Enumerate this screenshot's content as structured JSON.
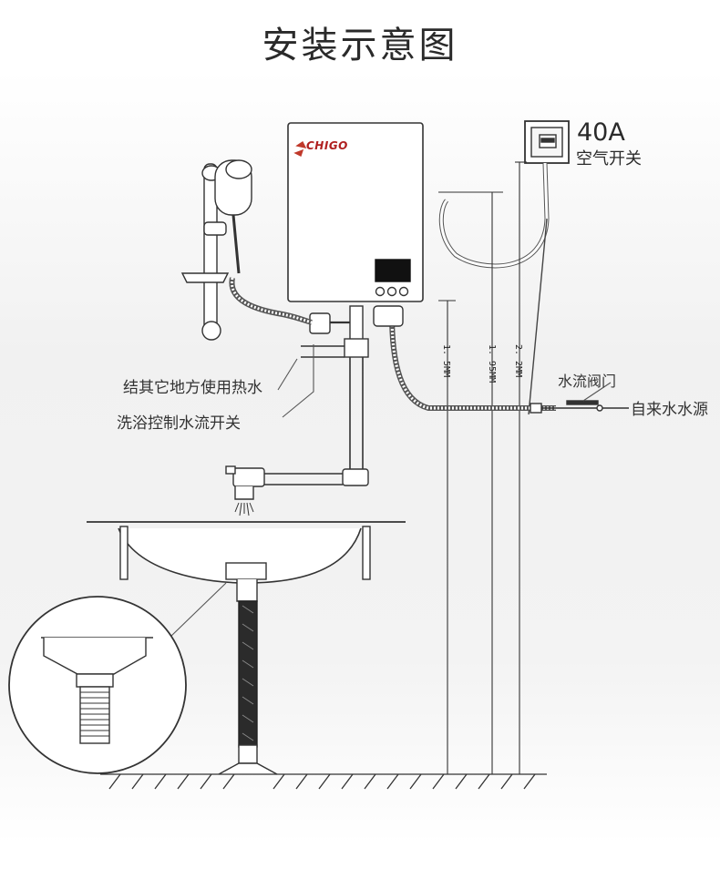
{
  "title": "安装示意图",
  "brand": "CHIGO",
  "breaker": {
    "rating": "40A",
    "name": "空气开关"
  },
  "labels": {
    "other_hot_water": "结其它地方使用热水",
    "shower_control": "洗浴控制水流开关",
    "water_valve": "水流阀门",
    "tap_source": "自来水水源"
  },
  "dimensions": [
    "1. 5MM",
    "1. 95MM",
    "2. 2MM"
  ],
  "colors": {
    "line": "#333333",
    "brand_red": "#c0392b",
    "display": "#111111"
  }
}
